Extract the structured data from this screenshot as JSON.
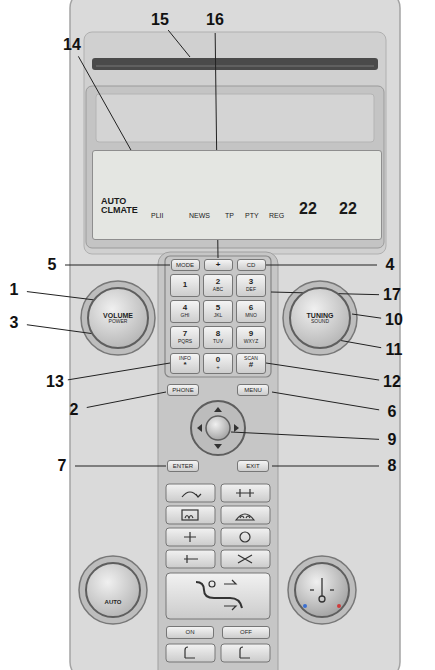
{
  "diagram": {
    "nodes": [
      {
        "text": [
          "AUTO CLMATE",
          "PLII",
          "NEWS",
          "TP",
          "PTY",
          "REG",
          "22",
          "22"
        ]
      },
      {
        "text": [
          "VOLUME",
          "POWER"
        ]
      },
      {
        "text": [
          "TUNING",
          "SOUND"
        ]
      },
      {
        "text": [
          "MODE"
        ]
      },
      {
        "text": [
          "+"
        ]
      },
      {
        "text": [
          "CD"
        ]
      },
      {
        "text": [
          "1"
        ]
      },
      {
        "text": [
          "2",
          "ABC"
        ]
      },
      {
        "text": [
          "3",
          "DEF"
        ]
      },
      {
        "text": [
          "4",
          "GHI"
        ]
      },
      {
        "text": [
          "5",
          "JKL"
        ]
      },
      {
        "text": [
          "6",
          "MNO"
        ]
      },
      {
        "text": [
          "7",
          "PQRS"
        ]
      },
      {
        "text": [
          "8",
          "TUV"
        ]
      },
      {
        "text": [
          "9",
          "WXYZ"
        ]
      },
      {
        "text": [
          "INFO",
          "*"
        ]
      },
      {
        "text": [
          "0",
          "+"
        ]
      },
      {
        "text": [
          "SCAN",
          "#"
        ]
      },
      {
        "text": [
          "PHONE"
        ]
      },
      {
        "text": [
          "MENU"
        ]
      },
      {
        "text": [
          "ENTER"
        ]
      },
      {
        "text": [
          "EXIT"
        ]
      },
      {
        "text": [
          "AUTO"
        ]
      },
      {
        "text": [
          "ON"
        ]
      },
      {
        "text": [
          "OFF"
        ]
      }
    ],
    "labels": [
      "1",
      "2",
      "3",
      "4",
      "5",
      "6",
      "7",
      "8",
      "9",
      "10",
      "11",
      "12",
      "13",
      "14",
      "15",
      "16",
      "17"
    ]
  }
}
